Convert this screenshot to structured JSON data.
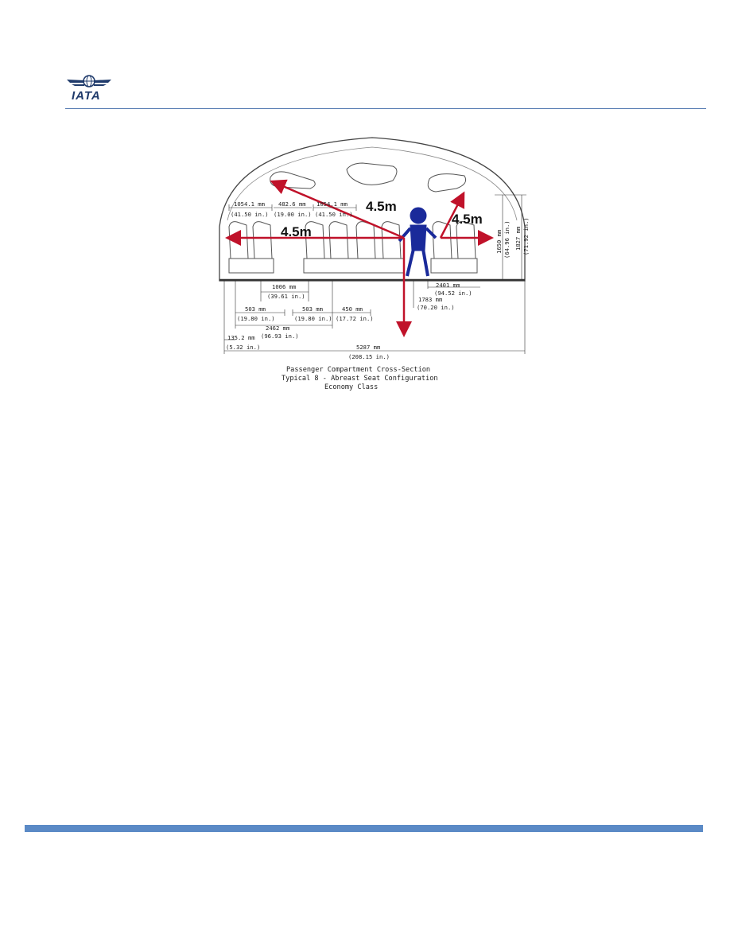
{
  "header": {
    "logo_text": "IATA",
    "colors": {
      "rule": "#5b7fb4",
      "footer_bar": "#5b8ac6",
      "logo": "#1f3a6b"
    }
  },
  "figure": {
    "reach_labels": [
      "4.5m",
      "4.5m",
      "4.5m"
    ],
    "dimensions": {
      "d_1054_left": "1054.1 mm",
      "d_1054_left_in": "(41.50 in.)",
      "d_482": "482.6 mm",
      "d_482_in": "(19.00 in.)",
      "d_1054_right": "1054.1 mm",
      "d_1054_right_in": "(41.50 in.)",
      "d_1006": "1006 mm",
      "d_1006_in": "(39.61 in.)",
      "d_503_a": "503 mm",
      "d_503_a_in": "(19.80 in.)",
      "d_503_b": "503 mm",
      "d_503_b_in": "(19.80 in.)",
      "d_450": "450 mm",
      "d_450_in": "(17.72 in.)",
      "d_2462": "2462 mm",
      "d_2462_in": "(96.93 in.)",
      "d_135": "135.2 mm",
      "d_135_in": "(5.32 in.)",
      "d_5287": "5287 mm",
      "d_5287_in": "(208.15 in.)",
      "d_2401": "2401 mm",
      "d_2401_in": "(94.52 in.)",
      "d_1783": "1783 mm",
      "d_1783_in": "(70.20 in.)",
      "d_1650": "1650 mm",
      "d_1650_in": "(64.96 in.)",
      "d_1827": "1827 mm",
      "d_1827_in": "(71.92 in.)"
    },
    "caption": [
      "Passenger Compartment Cross-Section",
      "Typical 8 - Abreast Seat Configuration",
      "Economy Class"
    ],
    "arrow_color": "#c0122a",
    "figure_color": "#1a2a9a"
  }
}
